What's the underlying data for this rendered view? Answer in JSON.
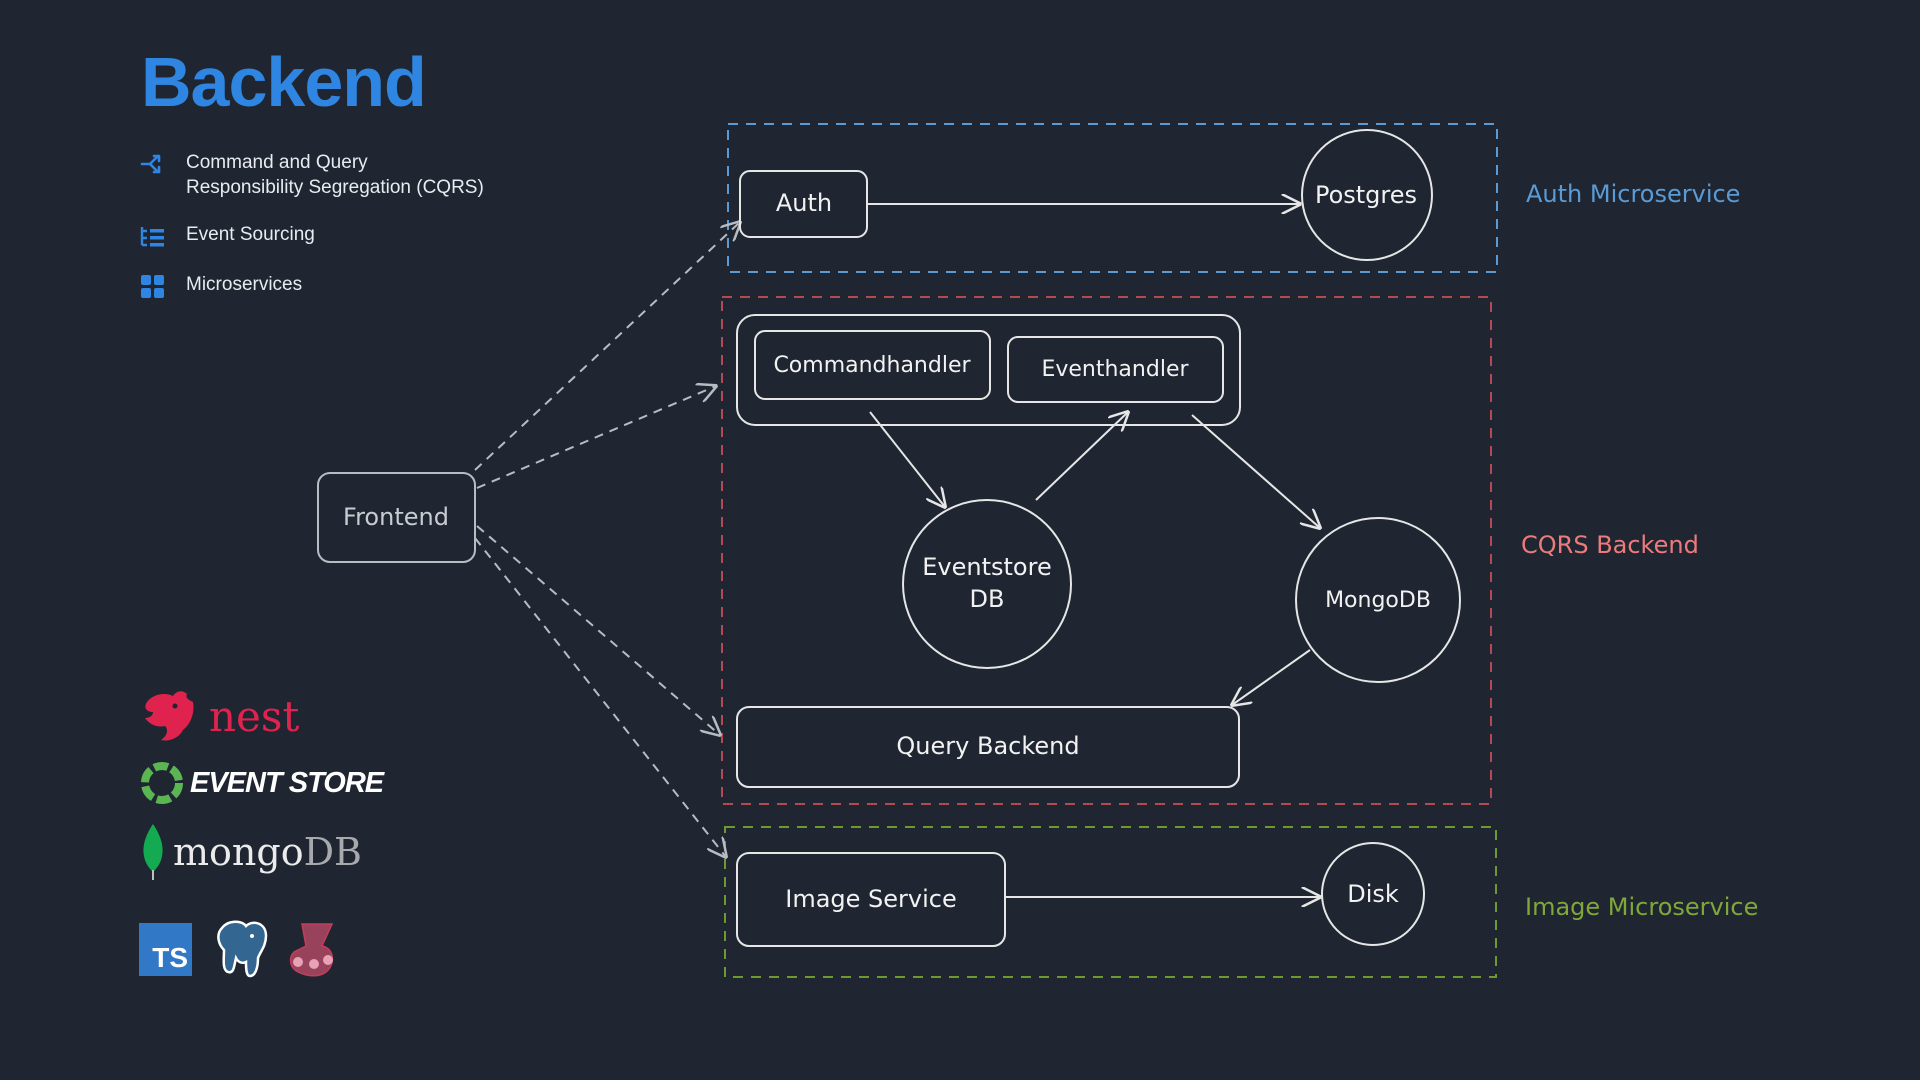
{
  "title": "Backend",
  "features": [
    {
      "icon": "branch-arrows-icon",
      "lines": [
        "Command and Query",
        "Responsibility Segregation (CQRS)"
      ]
    },
    {
      "icon": "list-icon",
      "lines": [
        "Event Sourcing"
      ]
    },
    {
      "icon": "grid-icon",
      "lines": [
        "Microservices"
      ]
    }
  ],
  "tech": {
    "nest": "nest",
    "eventstore": "EVENT STORE",
    "mongo_main": "mongo",
    "mongo_suffix": "DB",
    "ts_badge": "TS"
  },
  "diagram": {
    "nodes": {
      "frontend": "Frontend",
      "auth": "Auth",
      "postgres": "Postgres",
      "commandhandler": "Commandhandler",
      "eventhandler": "Eventhandler",
      "eventstore_line1": "Eventstore",
      "eventstore_line2": "DB",
      "mongodb": "MongoDB",
      "query_backend": "Query Backend",
      "image_service": "Image Service",
      "disk": "Disk"
    },
    "groups": {
      "auth": {
        "label": "Auth Microservice",
        "color": "#5b9bd5"
      },
      "cqrs": {
        "label": "CQRS Backend",
        "color": "#ec7b7b"
      },
      "image": {
        "label": "Image Microservice",
        "color": "#7fa73a"
      }
    }
  },
  "colors": {
    "background": "#1f2631",
    "accent": "#2f86e2",
    "stroke": "#e6e6e6",
    "nest": "#e0234e",
    "eventstore": "#5ab552",
    "mongo_leaf": "#13aa52",
    "postgres": "#336791",
    "jest": "#99425b",
    "typescript": "#3178c6"
  }
}
